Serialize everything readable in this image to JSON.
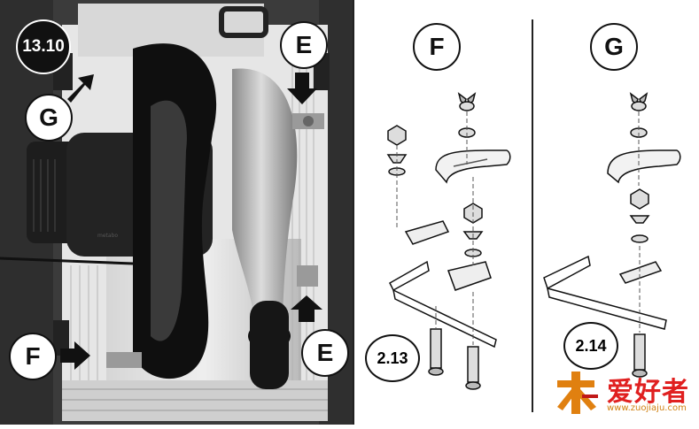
{
  "photo": {
    "step": "13.10",
    "callouts": {
      "g": "G",
      "e_top": "E",
      "e_bottom": "E",
      "f": "F"
    },
    "brand": "metabo"
  },
  "diagram": {
    "left_panel": {
      "letter": "F",
      "part_ref": "2.13"
    },
    "right_panel": {
      "letter": "G",
      "part_ref": "2.14"
    }
  },
  "watermark": {
    "text": "爱好者",
    "url": "www.zuojiaju.com"
  }
}
